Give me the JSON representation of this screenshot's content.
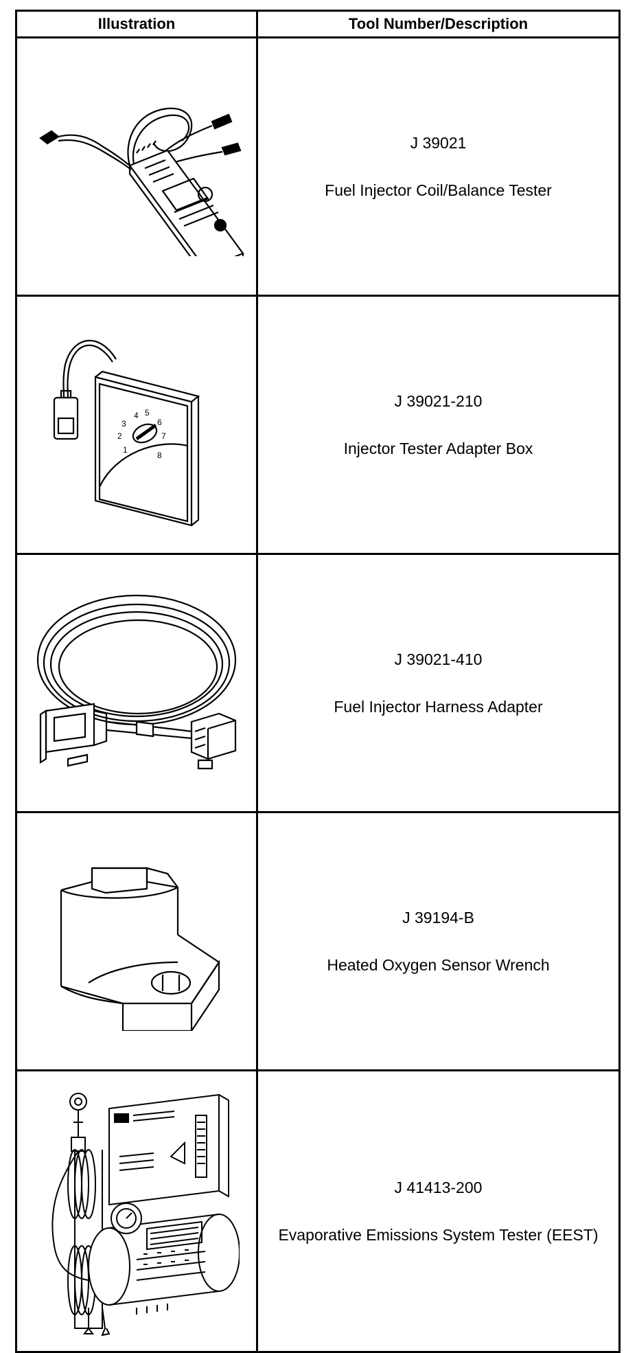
{
  "header": {
    "col1": "Illustration",
    "col2": "Tool Number/Description"
  },
  "tools": [
    {
      "number": "J 39021",
      "description": "Fuel Injector Coil/Balance Tester",
      "icon": "injector-tester-icon"
    },
    {
      "number": "J 39021-210",
      "description": "Injector Tester Adapter Box",
      "icon": "adapter-box-icon",
      "dial_numbers": [
        "1",
        "2",
        "3",
        "4",
        "5",
        "6",
        "7",
        "8"
      ]
    },
    {
      "number": "J 39021-410",
      "description": "Fuel Injector Harness Adapter",
      "icon": "harness-adapter-icon"
    },
    {
      "number": "J 39194-B",
      "description": "Heated Oxygen Sensor Wrench",
      "icon": "sensor-wrench-icon"
    },
    {
      "number": "J 41413-200",
      "description": "Evaporative Emissions System Tester (EEST)",
      "icon": "eest-icon"
    }
  ]
}
